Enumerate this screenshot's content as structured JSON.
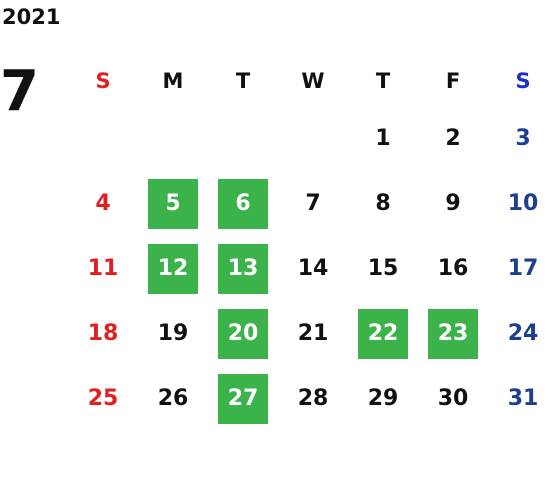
{
  "calendar": {
    "year": "2021",
    "month": "7",
    "weekdays": [
      "S",
      "M",
      "T",
      "W",
      "T",
      "F",
      "S"
    ],
    "colors": {
      "sunday": "#e02020",
      "saturday_header": "#1a30c8",
      "saturday": "#1e3f90",
      "highlight": "#3bb34a",
      "text": "#111111"
    },
    "weeks": [
      [
        {
          "d": ""
        },
        {
          "d": ""
        },
        {
          "d": ""
        },
        {
          "d": ""
        },
        {
          "d": "1"
        },
        {
          "d": "2"
        },
        {
          "d": "3"
        }
      ],
      [
        {
          "d": "4"
        },
        {
          "d": "5",
          "hl": true
        },
        {
          "d": "6",
          "hl": true
        },
        {
          "d": "7"
        },
        {
          "d": "8"
        },
        {
          "d": "9"
        },
        {
          "d": "10"
        }
      ],
      [
        {
          "d": "11"
        },
        {
          "d": "12",
          "hl": true
        },
        {
          "d": "13",
          "hl": true
        },
        {
          "d": "14"
        },
        {
          "d": "15"
        },
        {
          "d": "16"
        },
        {
          "d": "17"
        }
      ],
      [
        {
          "d": "18"
        },
        {
          "d": "19"
        },
        {
          "d": "20",
          "hl": true
        },
        {
          "d": "21"
        },
        {
          "d": "22",
          "hl": true
        },
        {
          "d": "23",
          "hl": true
        },
        {
          "d": "24"
        }
      ],
      [
        {
          "d": "25"
        },
        {
          "d": "26"
        },
        {
          "d": "27",
          "hl": true
        },
        {
          "d": "28"
        },
        {
          "d": "29"
        },
        {
          "d": "30"
        },
        {
          "d": "31"
        }
      ]
    ]
  }
}
